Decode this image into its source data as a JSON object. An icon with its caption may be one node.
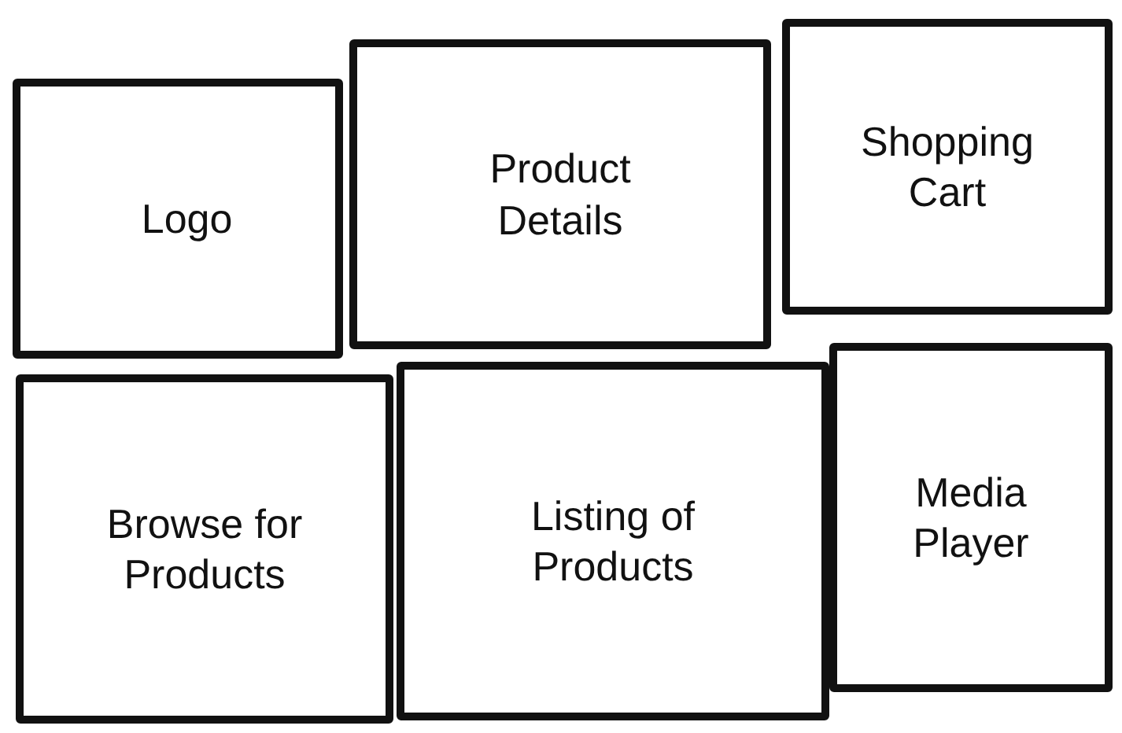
{
  "diagram": {
    "nodes": [
      {
        "text": [
          "Logo"
        ]
      },
      {
        "text": [
          "Product Details"
        ]
      },
      {
        "text": [
          "Shopping Cart"
        ]
      },
      {
        "text": [
          "Browse for Products"
        ]
      },
      {
        "text": [
          "Listing of Products"
        ]
      },
      {
        "text": [
          "Media Player"
        ]
      }
    ]
  }
}
